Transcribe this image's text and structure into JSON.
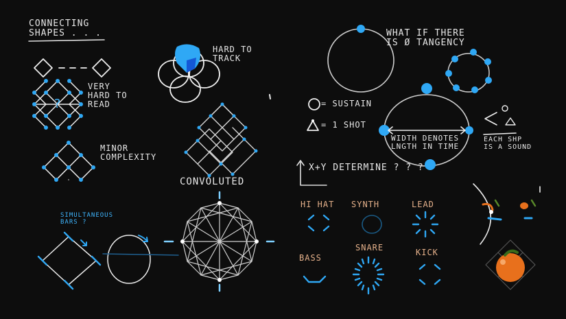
{
  "notes": {
    "connecting": "CONNECTING\nSHAPES . . .",
    "hard_to_track": "HARD TO\nTRACK",
    "very_hard": "VERY\nHARD TO\nREAD",
    "question": "?",
    "minor": "MINOR\nCOMPLEXITY",
    "convoluted": "CONVOLUTED",
    "simultaneous": "SIMULTANEOUS\nBARS ?",
    "what_if": "WHAT IF THERE\nIS Ø TANGENCY",
    "sustain": "= SUSTAIN",
    "one_shot": "= 1 SHOT",
    "width": "WIDTH DENOTES\nLNGTH IN TIME",
    "each_shp": "EACH SHP\nIS A SOUND",
    "xy": "X+Y DETERMINE ? ? ?"
  },
  "instruments": [
    "HI HAT",
    "SYNTH",
    "LEAD",
    "BASS",
    "SNARE",
    "KICK"
  ],
  "colors": {
    "background": "#0d0d0d",
    "ink": "#e8e8e8",
    "accent": "#2fa8f5",
    "instrument_label": "#e4b08a",
    "orange": "#e8701c"
  }
}
